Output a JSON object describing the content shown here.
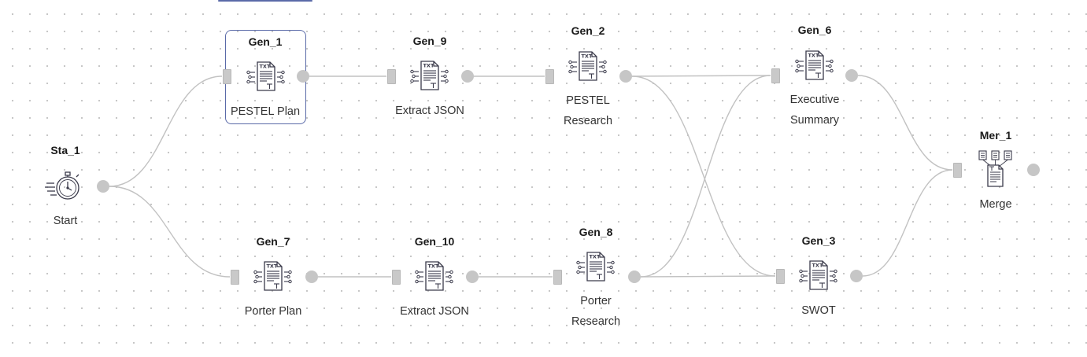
{
  "workflow": {
    "nodes": [
      {
        "key": "sta1",
        "id": "Sta_1",
        "icon": "stopwatch-icon",
        "label_lines": [
          "Start"
        ]
      },
      {
        "key": "gen1",
        "id": "Gen_1",
        "icon": "text-document-icon",
        "label_lines": [
          "PESTEL Plan"
        ],
        "selected": true
      },
      {
        "key": "gen9",
        "id": "Gen_9",
        "icon": "text-document-icon",
        "label_lines": [
          "Extract JSON"
        ]
      },
      {
        "key": "gen2",
        "id": "Gen_2",
        "icon": "text-document-icon",
        "label_lines": [
          "PESTEL",
          "Research"
        ]
      },
      {
        "key": "gen6",
        "id": "Gen_6",
        "icon": "text-document-icon",
        "label_lines": [
          "Executive",
          "Summary"
        ]
      },
      {
        "key": "gen7",
        "id": "Gen_7",
        "icon": "text-document-icon",
        "label_lines": [
          "Porter Plan"
        ]
      },
      {
        "key": "gen10",
        "id": "Gen_10",
        "icon": "text-document-icon",
        "label_lines": [
          "Extract JSON"
        ]
      },
      {
        "key": "gen8",
        "id": "Gen_8",
        "icon": "text-document-icon",
        "label_lines": [
          "Porter",
          "Research"
        ]
      },
      {
        "key": "gen3",
        "id": "Gen_3",
        "icon": "text-document-icon",
        "label_lines": [
          "SWOT"
        ]
      },
      {
        "key": "mer1",
        "id": "Mer_1",
        "icon": "merge-documents-icon",
        "label_lines": [
          "Merge"
        ]
      }
    ],
    "edges": [
      {
        "from": "Sta_1",
        "to": "Gen_1"
      },
      {
        "from": "Sta_1",
        "to": "Gen_7"
      },
      {
        "from": "Gen_1",
        "to": "Gen_9"
      },
      {
        "from": "Gen_9",
        "to": "Gen_2"
      },
      {
        "from": "Gen_2",
        "to": "Gen_6"
      },
      {
        "from": "Gen_2",
        "to": "Gen_3"
      },
      {
        "from": "Gen_7",
        "to": "Gen_10"
      },
      {
        "from": "Gen_10",
        "to": "Gen_8"
      },
      {
        "from": "Gen_8",
        "to": "Gen_6"
      },
      {
        "from": "Gen_8",
        "to": "Gen_3"
      },
      {
        "from": "Gen_6",
        "to": "Mer_1"
      },
      {
        "from": "Gen_3",
        "to": "Mer_1"
      }
    ],
    "colors": {
      "edge": "#c2c2c2",
      "port": "#c6c6c6",
      "selection_border": "#5a6aa8",
      "icon_stroke": "#3a3a4a"
    }
  }
}
